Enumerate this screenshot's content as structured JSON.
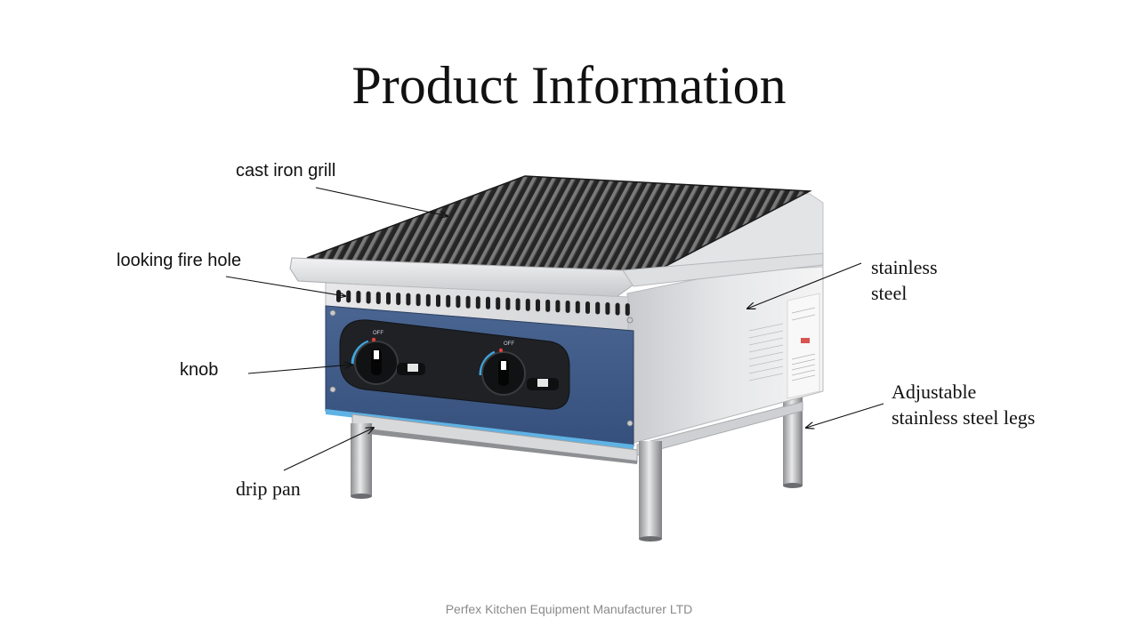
{
  "title": "Product Information",
  "labels": {
    "cast_iron_grill": "cast iron grill",
    "looking_fire_hole": "looking fire hole",
    "knob": "knob",
    "drip_pan": "drip pan",
    "stainless_steel": [
      "stainless",
      "steel"
    ],
    "adjustable_legs": [
      "Adjustable",
      "stainless steel legs"
    ]
  },
  "knob_marking": "OFF",
  "footer": "Perfex Kitchen Equipment Manufacturer LTD",
  "colors": {
    "front_panel": "#3f5a86",
    "panel_accent": "#5fb2e4",
    "steel": "#d9dadc",
    "grill": "#2b2b2b"
  }
}
